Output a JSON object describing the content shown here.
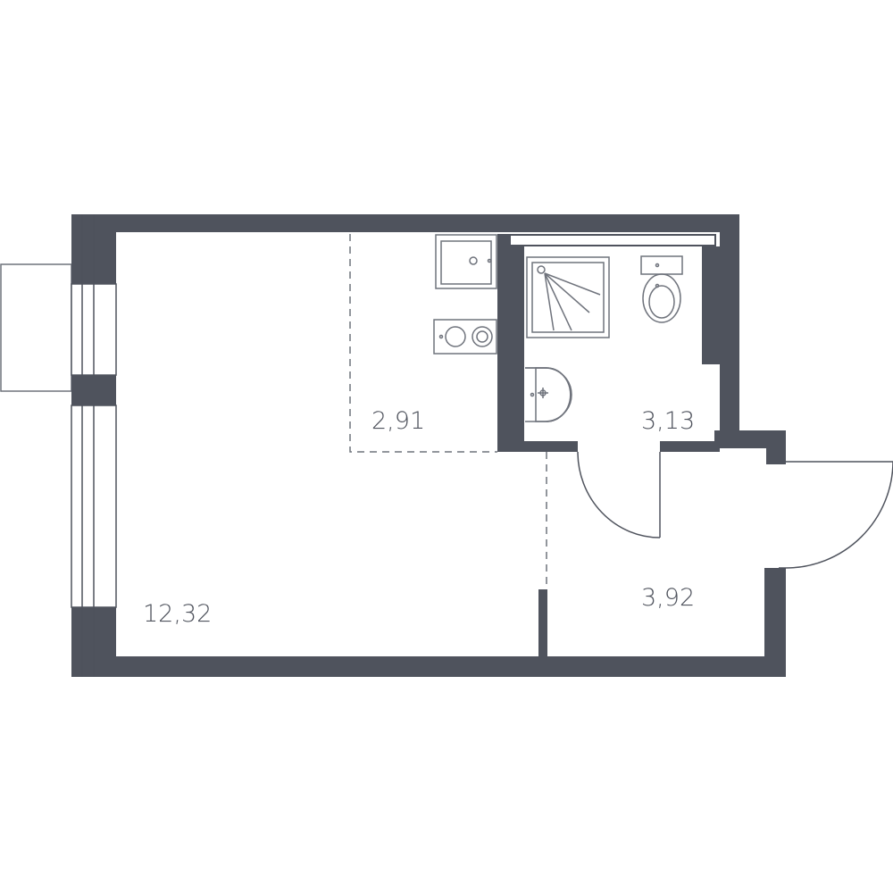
{
  "colors": {
    "wall": "#4f535d",
    "fixture_stroke": "#6f737c",
    "fixture_fill": "#ffffff",
    "dash": "#6f737c",
    "background": "#ffffff"
  },
  "rooms": [
    {
      "id": "living-room",
      "area": "12,32"
    },
    {
      "id": "kitchen",
      "area": "2,91"
    },
    {
      "id": "bathroom",
      "area": "3,13"
    },
    {
      "id": "hallway",
      "area": "3,92"
    }
  ],
  "fixtures": [
    "sink-icon",
    "stove-icon",
    "shower-icon",
    "toilet-icon",
    "washbasin-icon"
  ]
}
